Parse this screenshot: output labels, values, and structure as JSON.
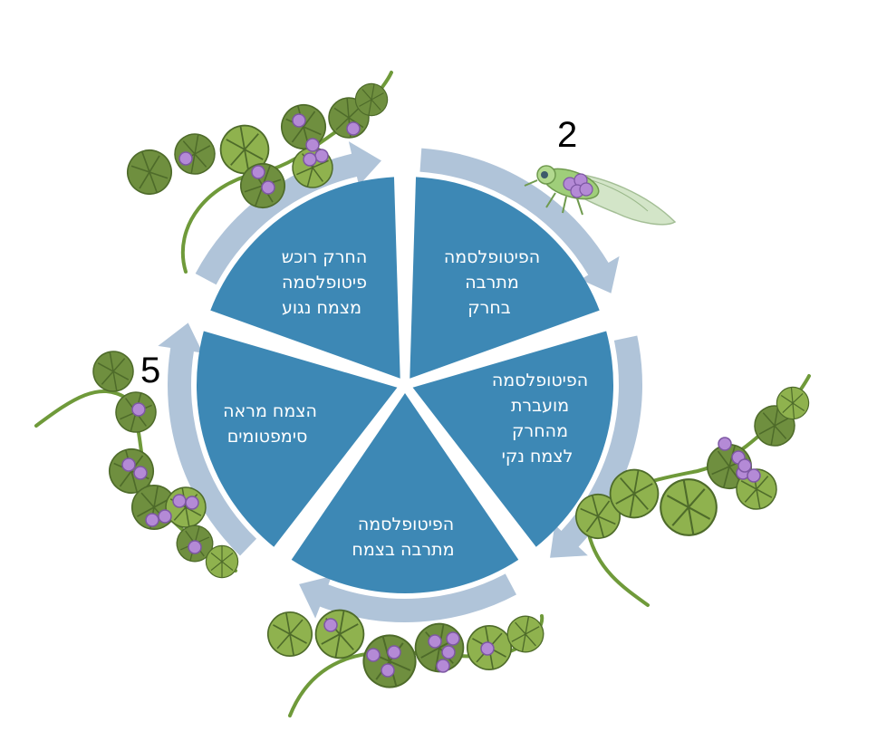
{
  "colors": {
    "segment": "#3d88b5",
    "ring": "#b0c4d9",
    "leaf_dark": "#6f8f3f",
    "leaf_light": "#8fb24e",
    "stem": "#6f9a3a",
    "phytoplasma": "#b48ad6",
    "insect": "#9fce7a",
    "text_on_segment": "#ffffff",
    "numbers": "#000000"
  },
  "steps": [
    {
      "lines": [
        "החרק רוכש",
        "פיטופלסמה",
        "מצמח נגוע"
      ]
    },
    {
      "lines": [
        "הפיטופלסמה",
        "מתרבה",
        "בחרק"
      ]
    },
    {
      "lines": [
        "הפיטופלסמה",
        "מועברת",
        "מהחרק",
        "לצמח נקי"
      ]
    },
    {
      "lines": [
        "הפיטופלסמה",
        "מתרבה בצמח"
      ]
    },
    {
      "lines": [
        "הצמח מראה",
        "סימפטומים"
      ]
    }
  ],
  "numbers": {
    "two": "2",
    "five": "5"
  },
  "icons": [
    "leafhopper-icon",
    "vine-infected-icon",
    "vine-clean-icon",
    "phytoplasma-cell-icon"
  ]
}
